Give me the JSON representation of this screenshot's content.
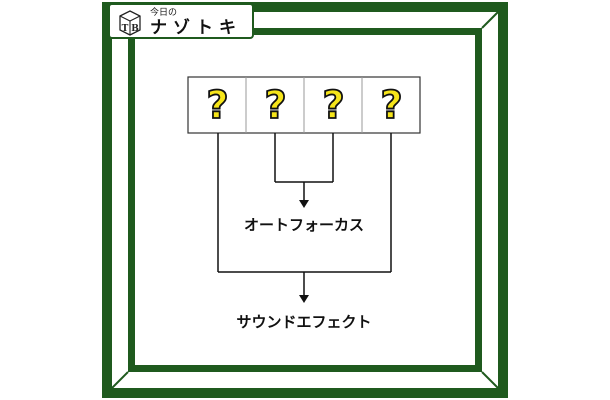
{
  "logo": {
    "cube_letters": "TB",
    "small_label": "今日の",
    "title": "ナゾトキ"
  },
  "puzzle": {
    "boxes": [
      "?",
      "?",
      "?",
      "?"
    ],
    "clue_inner": "オートフォーカス",
    "clue_outer": "サウンドエフェクト"
  },
  "colors": {
    "frame_green": "#1f5a1e",
    "question_fill": "#f6e51a"
  }
}
